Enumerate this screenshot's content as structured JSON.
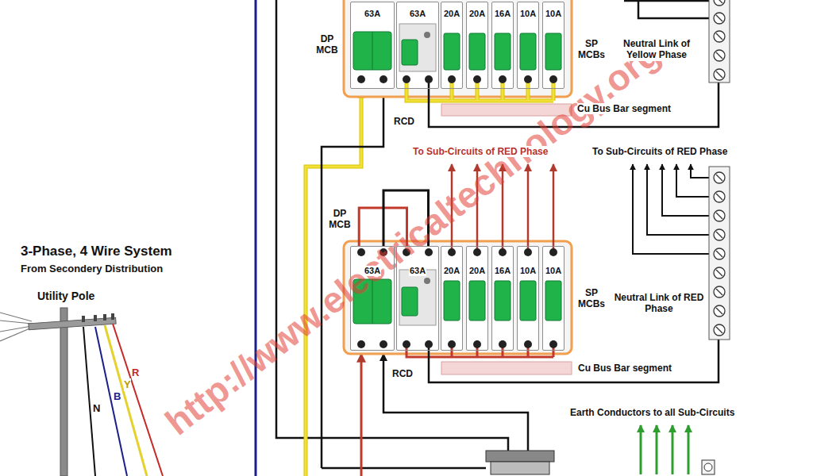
{
  "diagram": {
    "nodes": [
      {
        "text": [
          "63A"
        ]
      },
      {
        "text": [
          "63A"
        ]
      },
      {
        "text": [
          "20A"
        ]
      },
      {
        "text": [
          "20A"
        ]
      },
      {
        "text": [
          "16A"
        ]
      },
      {
        "text": [
          "10A"
        ]
      },
      {
        "text": [
          "10A"
        ]
      },
      {
        "text": [
          "63A"
        ]
      },
      {
        "text": [
          "63A"
        ]
      },
      {
        "text": [
          "20A"
        ]
      },
      {
        "text": [
          "20A"
        ]
      },
      {
        "text": [
          "16A"
        ]
      },
      {
        "text": [
          "10A"
        ]
      },
      {
        "text": [
          "10A"
        ]
      }
    ],
    "edges": [
      {
        "from": 7,
        "to": 8,
        "arrow": "none"
      },
      {
        "from": 7,
        "to": 8,
        "arrow": "none"
      }
    ],
    "labels": [
      "DP MCB",
      "SP MCBs",
      "Neutral Link of Yellow Phase",
      "RCD",
      "Cu Bus Bar segment",
      "To Sub-Circuits of RED Phase",
      "To Sub-Circuits of RED Phase",
      "DP MCB",
      "3-Phase, 4 Wire System",
      "From Secondery Distribution",
      "Utility Pole",
      "SP MCBs",
      "Neutral Link of RED Phase",
      "N",
      "B",
      "Y",
      "R",
      "RCD",
      "Cu Bus Bar segment",
      "Earth Conductors to all Sub-Circuits",
      "http://www.electricaltechnology.org"
    ]
  }
}
